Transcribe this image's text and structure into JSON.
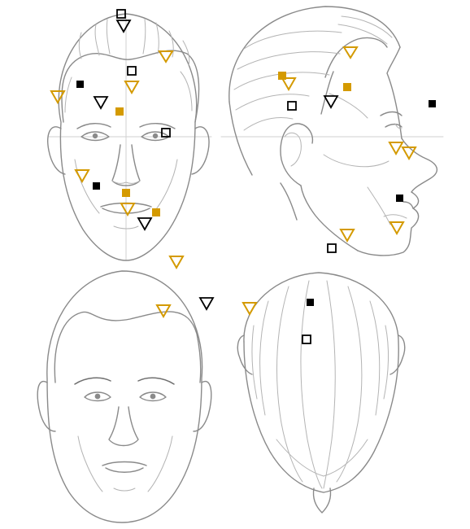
{
  "figure": {
    "views": [
      {
        "name": "front-view-marked",
        "label": ""
      },
      {
        "name": "side-view",
        "label": ""
      },
      {
        "name": "front-view-plain",
        "label": ""
      },
      {
        "name": "top-view",
        "label": ""
      }
    ]
  },
  "legend_colors": {
    "gold": "#d49a00",
    "black": "#000000"
  },
  "marker_types": [
    "filled-square",
    "hollow-square",
    "hollow-triangle"
  ],
  "markers": [
    {
      "view": "front-view-marked",
      "type": "hollow-square",
      "color": "black"
    },
    {
      "view": "front-view-marked",
      "type": "hollow-triangle",
      "color": "black"
    },
    {
      "view": "front-view-marked",
      "type": "hollow-triangle",
      "color": "gold"
    },
    {
      "view": "front-view-marked",
      "type": "hollow-square",
      "color": "black"
    },
    {
      "view": "front-view-marked",
      "type": "filled-square",
      "color": "black"
    },
    {
      "view": "front-view-marked",
      "type": "hollow-triangle",
      "color": "gold"
    },
    {
      "view": "front-view-marked",
      "type": "hollow-triangle",
      "color": "gold"
    },
    {
      "view": "front-view-marked",
      "type": "hollow-triangle",
      "color": "black"
    },
    {
      "view": "front-view-marked",
      "type": "filled-square",
      "color": "gold"
    },
    {
      "view": "front-view-marked",
      "type": "hollow-square",
      "color": "black"
    },
    {
      "view": "front-view-marked",
      "type": "hollow-triangle",
      "color": "gold"
    },
    {
      "view": "front-view-marked",
      "type": "filled-square",
      "color": "black"
    },
    {
      "view": "front-view-marked",
      "type": "filled-square",
      "color": "gold"
    },
    {
      "view": "front-view-marked",
      "type": "hollow-triangle",
      "color": "gold"
    },
    {
      "view": "front-view-marked",
      "type": "filled-square",
      "color": "gold"
    },
    {
      "view": "front-view-marked",
      "type": "hollow-triangle",
      "color": "black"
    },
    {
      "view": "front-view-marked",
      "type": "hollow-triangle",
      "color": "gold"
    },
    {
      "view": "side-view",
      "type": "hollow-triangle",
      "color": "gold"
    },
    {
      "view": "side-view",
      "type": "filled-square",
      "color": "gold"
    },
    {
      "view": "side-view",
      "type": "hollow-triangle",
      "color": "gold"
    },
    {
      "view": "side-view",
      "type": "filled-square",
      "color": "gold"
    },
    {
      "view": "side-view",
      "type": "hollow-triangle",
      "color": "black"
    },
    {
      "view": "side-view",
      "type": "hollow-square",
      "color": "black"
    },
    {
      "view": "side-view",
      "type": "filled-square",
      "color": "black"
    },
    {
      "view": "side-view",
      "type": "hollow-triangle",
      "color": "gold"
    },
    {
      "view": "side-view",
      "type": "hollow-triangle",
      "color": "gold"
    },
    {
      "view": "side-view",
      "type": "filled-square",
      "color": "black"
    },
    {
      "view": "side-view",
      "type": "hollow-triangle",
      "color": "gold"
    },
    {
      "view": "side-view",
      "type": "hollow-triangle",
      "color": "gold"
    },
    {
      "view": "side-view",
      "type": "hollow-square",
      "color": "black"
    },
    {
      "view": "front-view-plain",
      "type": "hollow-triangle",
      "color": "gold"
    },
    {
      "view": "front-view-plain",
      "type": "hollow-triangle",
      "color": "black"
    },
    {
      "view": "top-view",
      "type": "hollow-triangle",
      "color": "gold"
    },
    {
      "view": "top-view",
      "type": "filled-square",
      "color": "black"
    },
    {
      "view": "top-view",
      "type": "hollow-square",
      "color": "black"
    }
  ]
}
